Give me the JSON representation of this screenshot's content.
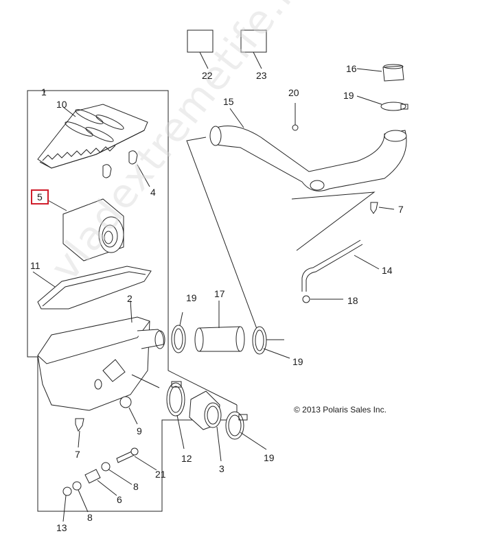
{
  "diagram": {
    "copyright": "© 2013 Polaris Sales Inc.",
    "watermark": "vladextremetife.ru",
    "highlight_color": "#d01c2a",
    "callouts": [
      {
        "id": "c1",
        "text": "1"
      },
      {
        "id": "c10",
        "text": "10"
      },
      {
        "id": "c4",
        "text": "4"
      },
      {
        "id": "c5",
        "text": "5"
      },
      {
        "id": "c11",
        "text": "11"
      },
      {
        "id": "c2",
        "text": "2"
      },
      {
        "id": "c7a",
        "text": "7"
      },
      {
        "id": "c9",
        "text": "9"
      },
      {
        "id": "c12",
        "text": "12"
      },
      {
        "id": "c3",
        "text": "3"
      },
      {
        "id": "c19d",
        "text": "19"
      },
      {
        "id": "c21",
        "text": "21"
      },
      {
        "id": "c8a",
        "text": "8"
      },
      {
        "id": "c6",
        "text": "6"
      },
      {
        "id": "c8b",
        "text": "8"
      },
      {
        "id": "c13",
        "text": "13"
      },
      {
        "id": "c22",
        "text": "22"
      },
      {
        "id": "c23",
        "text": "23"
      },
      {
        "id": "c16",
        "text": "16"
      },
      {
        "id": "c19a",
        "text": "19"
      },
      {
        "id": "c20",
        "text": "20"
      },
      {
        "id": "c15",
        "text": "15"
      },
      {
        "id": "c7b",
        "text": "7"
      },
      {
        "id": "c14",
        "text": "14"
      },
      {
        "id": "c18",
        "text": "18"
      },
      {
        "id": "c19b",
        "text": "19"
      },
      {
        "id": "c17",
        "text": "17"
      },
      {
        "id": "c19c",
        "text": "19"
      }
    ]
  }
}
